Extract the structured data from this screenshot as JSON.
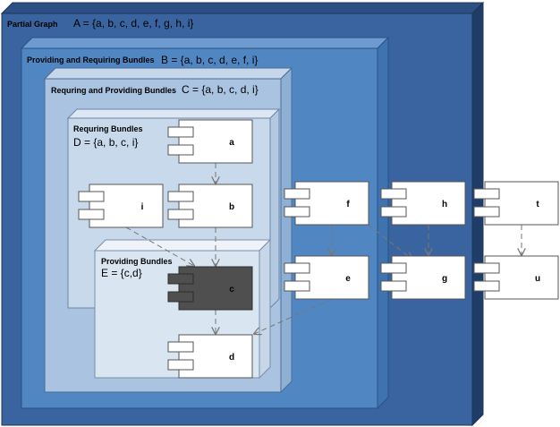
{
  "colors": {
    "partial_front": "#3a64a0",
    "partial_top": "#2c4f84",
    "partial_side": "#1f3d69",
    "bundles_front": "#5087c3",
    "bundles_top": "#6d9bd0",
    "bundles_side": "#3e73b0",
    "cap_front": "#a9c3e0",
    "cap_top": "#c6d7ec",
    "cap_side": "#8fb0d5",
    "req_front": "#c9d9ec",
    "prov_front": "#dae5f2",
    "node_fill": "#ffffff",
    "node_dark": "#4f4f4f",
    "edge": "#777777"
  },
  "containers": {
    "partial": {
      "title": "Partial Graph",
      "set": "A = {a, b, c, d, e, f, g, h, i}"
    },
    "providing_requiring": {
      "title": "Providing and Requiring Bundles",
      "set": "B = {a, b, c, d, e, f, i}"
    },
    "requiring_providing": {
      "title": "Requring and Providing Bundles",
      "set": "C = {a, b, c, d, i}"
    },
    "requiring": {
      "title": "Requring Bundles",
      "set": "D = {a, b, c, i}"
    },
    "providing": {
      "title": "Providing Bundles",
      "set": "E = {c,d}"
    }
  },
  "nodes": [
    {
      "id": "a",
      "label": "a",
      "dark": false
    },
    {
      "id": "b",
      "label": "b",
      "dark": false
    },
    {
      "id": "i",
      "label": "i",
      "dark": false
    },
    {
      "id": "c",
      "label": "c",
      "dark": true
    },
    {
      "id": "d",
      "label": "d",
      "dark": false
    },
    {
      "id": "f",
      "label": "f",
      "dark": false
    },
    {
      "id": "e",
      "label": "e",
      "dark": false
    },
    {
      "id": "h",
      "label": "h",
      "dark": false
    },
    {
      "id": "g",
      "label": "g",
      "dark": false
    },
    {
      "id": "t",
      "label": "t",
      "dark": false
    },
    {
      "id": "u",
      "label": "u",
      "dark": false
    }
  ],
  "edges": [
    {
      "from": "a",
      "to": "b"
    },
    {
      "from": "b",
      "to": "c"
    },
    {
      "from": "i",
      "to": "c"
    },
    {
      "from": "c",
      "to": "d"
    },
    {
      "from": "e",
      "to": "d"
    },
    {
      "from": "f",
      "to": "e"
    },
    {
      "from": "f",
      "to": "g"
    },
    {
      "from": "h",
      "to": "g"
    },
    {
      "from": "t",
      "to": "u"
    }
  ]
}
